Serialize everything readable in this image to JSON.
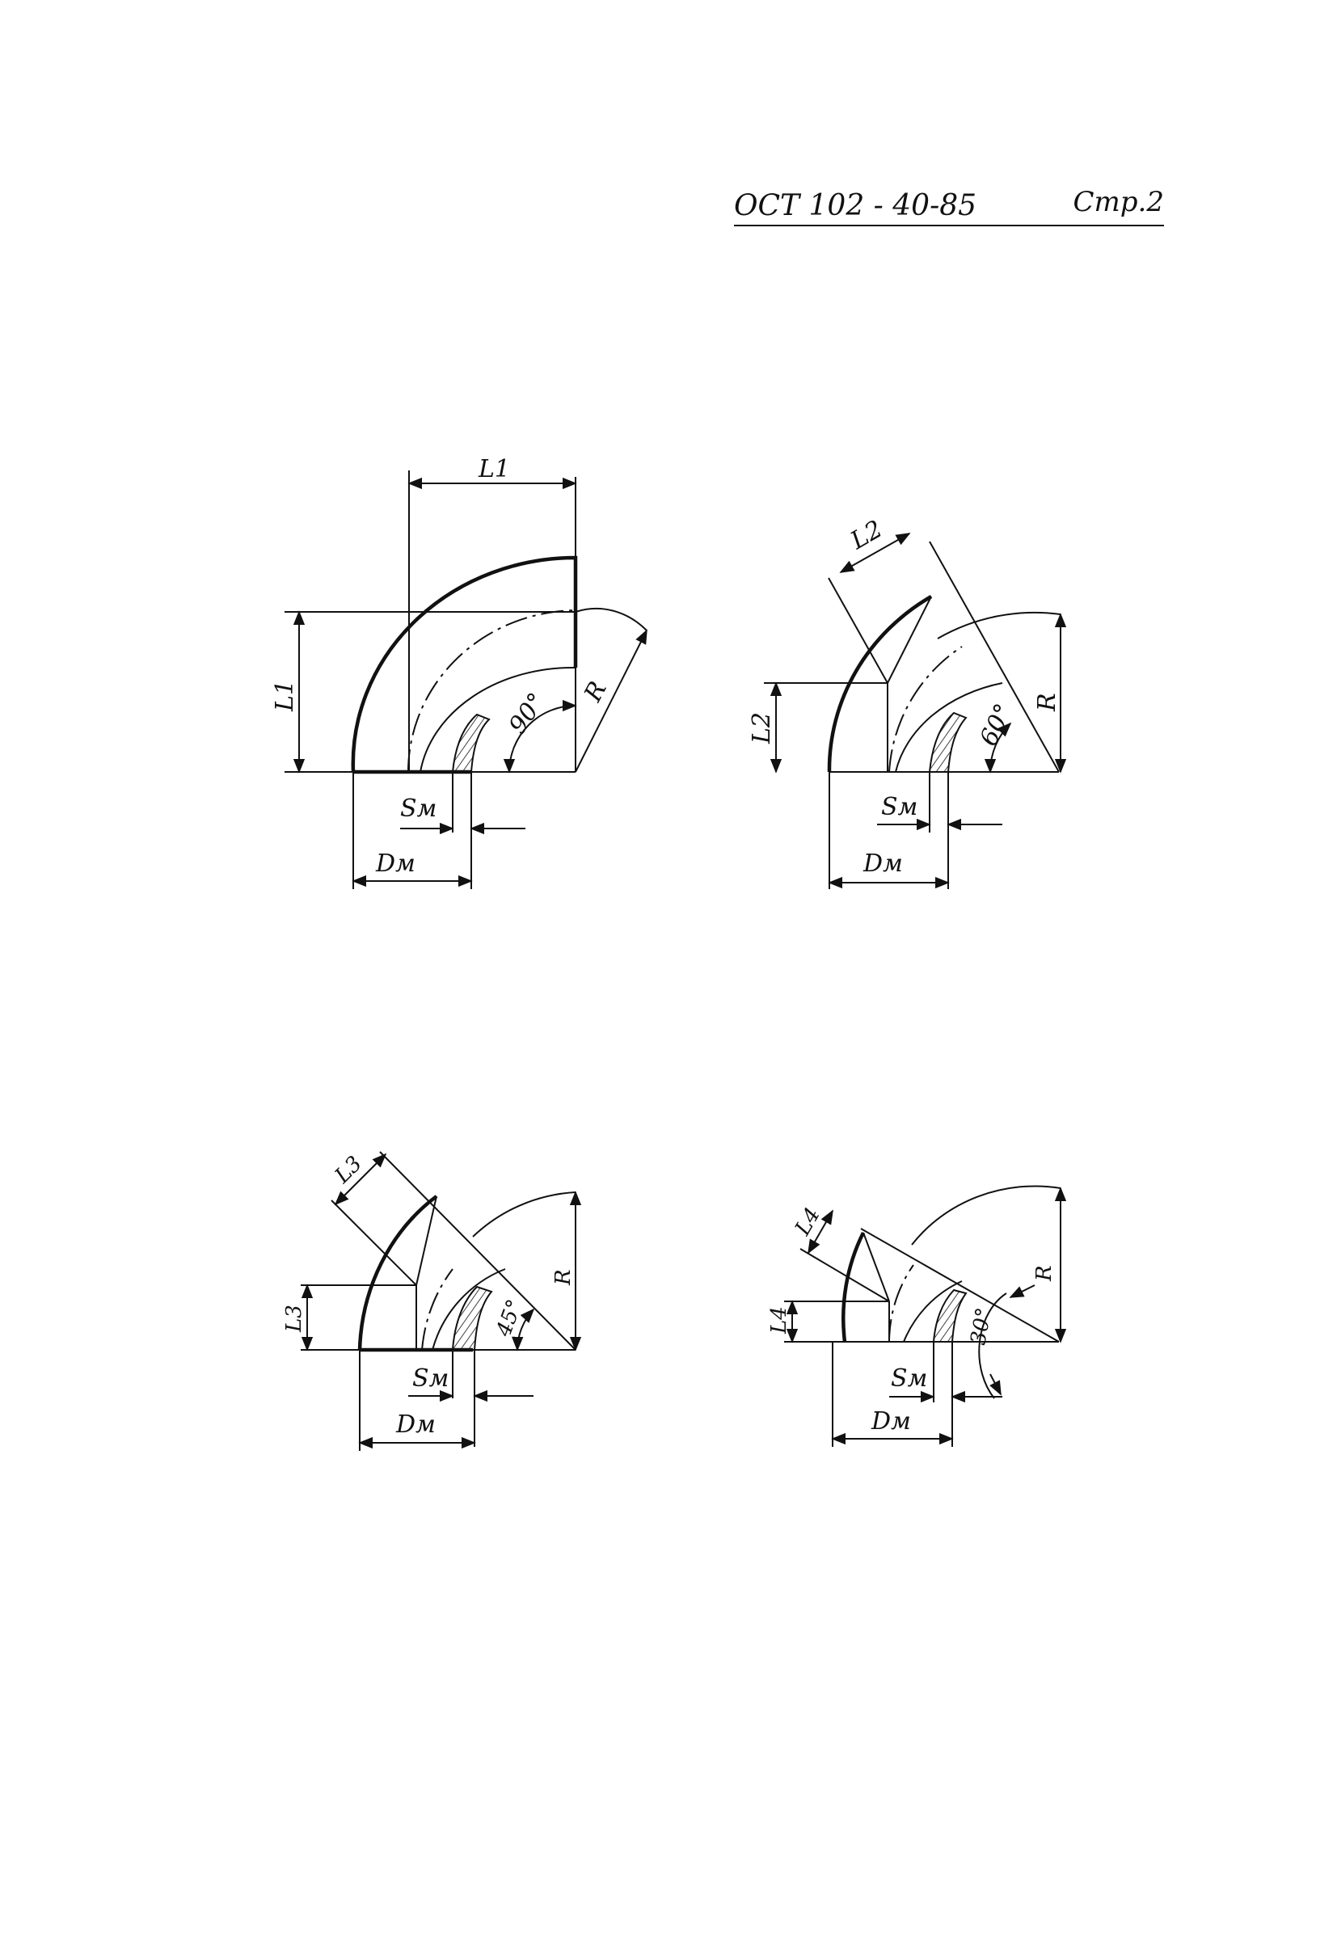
{
  "header": {
    "standard_code": "ОСТ 102 - 40-85",
    "page_label": "Стр.2"
  },
  "figures": [
    {
      "angle_label": "90°",
      "length_label": "L1",
      "radius_label": "R",
      "wall_label": "Sм",
      "diameter_label": "Dм"
    },
    {
      "angle_label": "60°",
      "length_label": "L2",
      "radius_label": "R",
      "wall_label": "Sм",
      "diameter_label": "Dм"
    },
    {
      "angle_label": "45°",
      "length_label": "L3",
      "radius_label": "R",
      "wall_label": "Sм",
      "diameter_label": "Dм"
    },
    {
      "angle_label": "30°",
      "length_label": "L4",
      "radius_label": "R",
      "wall_label": "Sм",
      "diameter_label": "Dм"
    }
  ]
}
